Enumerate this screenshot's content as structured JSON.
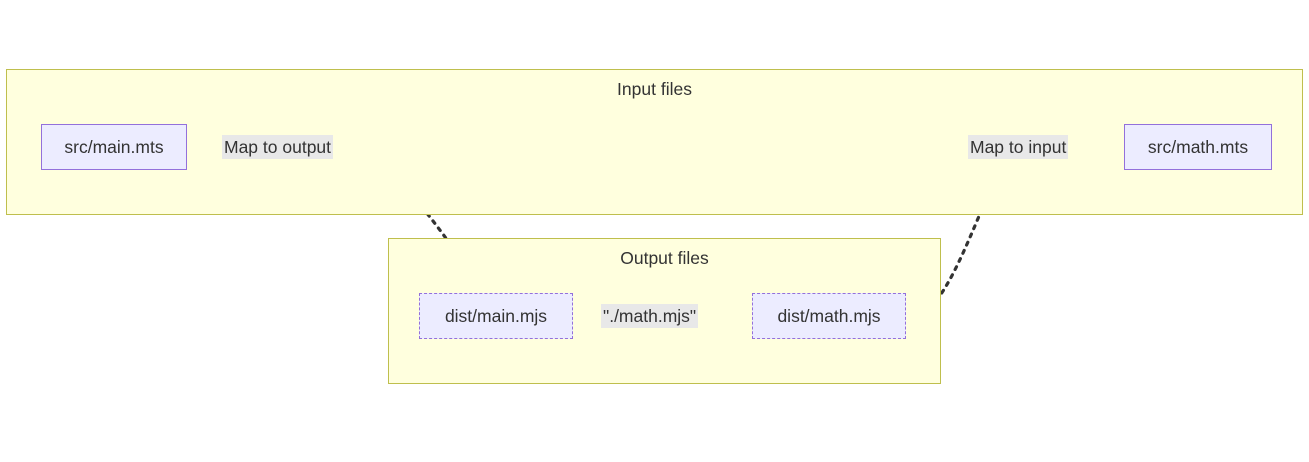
{
  "diagram": {
    "type": "flowchart",
    "background_color": "#ffffff",
    "clusters": [
      {
        "id": "input-files",
        "title": "Input files",
        "fill_color": "#ffffde",
        "border_color": "#bfbf4d"
      },
      {
        "id": "output-files",
        "title": "Output files",
        "fill_color": "#ffffde",
        "border_color": "#bfbf4d"
      }
    ],
    "nodes": [
      {
        "id": "src-main-mts",
        "label": "src/main.mts",
        "cluster": "input-files",
        "fill_color": "#ececff",
        "border_color": "#9370db",
        "border_style": "solid"
      },
      {
        "id": "src-math-mts",
        "label": "src/math.mts",
        "cluster": "input-files",
        "fill_color": "#ececff",
        "border_color": "#9370db",
        "border_style": "solid"
      },
      {
        "id": "dist-main-mjs",
        "label": "dist/main.mjs",
        "cluster": "output-files",
        "fill_color": "#ececff",
        "border_color": "#9370db",
        "border_style": "dashed"
      },
      {
        "id": "dist-math-mjs",
        "label": "dist/math.mjs",
        "cluster": "output-files",
        "fill_color": "#ececff",
        "border_color": "#9370db",
        "border_style": "dashed"
      }
    ],
    "edges": [
      {
        "id": "map-to-output",
        "from": "src-main-mts",
        "to": "dist-main-mjs",
        "label": "Map to output",
        "style": "dotted",
        "arrow": true,
        "label_bg": "#e8e8e8"
      },
      {
        "id": "math-mjs-import",
        "from": "dist-main-mjs",
        "to": "dist-math-mjs",
        "label": "\"./math.mjs\"",
        "style": "solid",
        "arrow": true,
        "label_bg": "#e8e8e8"
      },
      {
        "id": "map-to-input",
        "from": "dist-math-mjs",
        "to": "src-math-mts",
        "label": "Map to input",
        "style": "dotted",
        "arrow": true,
        "label_bg": "#e8e8e8"
      }
    ],
    "edge_color": "#333333"
  }
}
